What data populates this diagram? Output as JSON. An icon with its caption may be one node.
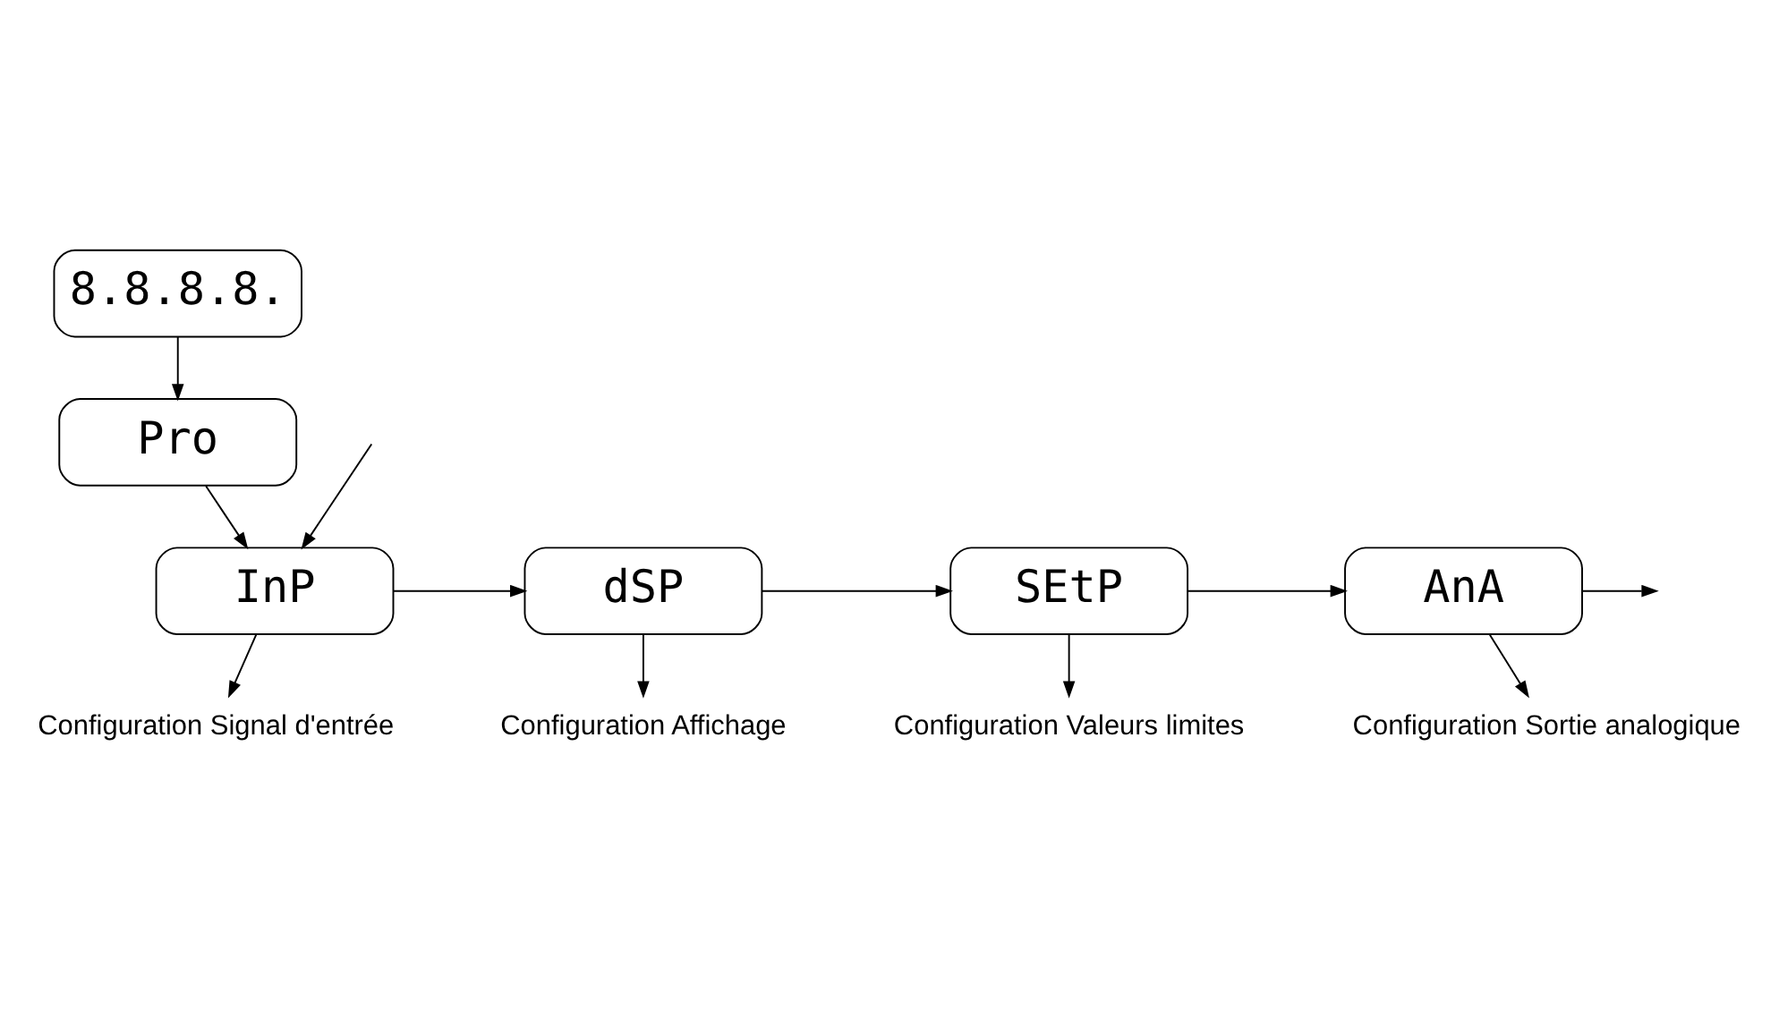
{
  "diagram": {
    "nodes": [
      {
        "text": [
          "8.8.8.8."
        ]
      },
      {
        "text": [
          "Pro"
        ]
      },
      {
        "text": [
          "InP"
        ]
      },
      {
        "text": [
          "dSP"
        ]
      },
      {
        "text": [
          "SEtP"
        ]
      },
      {
        "text": [
          "AnA"
        ]
      },
      {
        "text": [
          "Configuration Signal d'entrée"
        ]
      },
      {
        "text": [
          "Configuration Affichage"
        ]
      },
      {
        "text": [
          "Configuration Valeurs limites"
        ]
      },
      {
        "text": [
          "Configuration Sortie analogique"
        ]
      }
    ],
    "edges": [
      {
        "from": 0,
        "to": 1,
        "arrow": "to"
      },
      {
        "from": 1,
        "to": 2,
        "arrow": "to"
      },
      {
        "from": null,
        "to": 2,
        "arrow": "to"
      },
      {
        "from": 2,
        "to": 3,
        "arrow": "to"
      },
      {
        "from": 3,
        "to": 4,
        "arrow": "to"
      },
      {
        "from": 4,
        "to": 5,
        "arrow": "to"
      },
      {
        "from": 5,
        "to": null,
        "arrow": "to"
      },
      {
        "from": 2,
        "to": 6,
        "arrow": "to"
      },
      {
        "from": 3,
        "to": 7,
        "arrow": "to"
      },
      {
        "from": 4,
        "to": 8,
        "arrow": "to"
      },
      {
        "from": 5,
        "to": 9,
        "arrow": "to"
      }
    ]
  }
}
